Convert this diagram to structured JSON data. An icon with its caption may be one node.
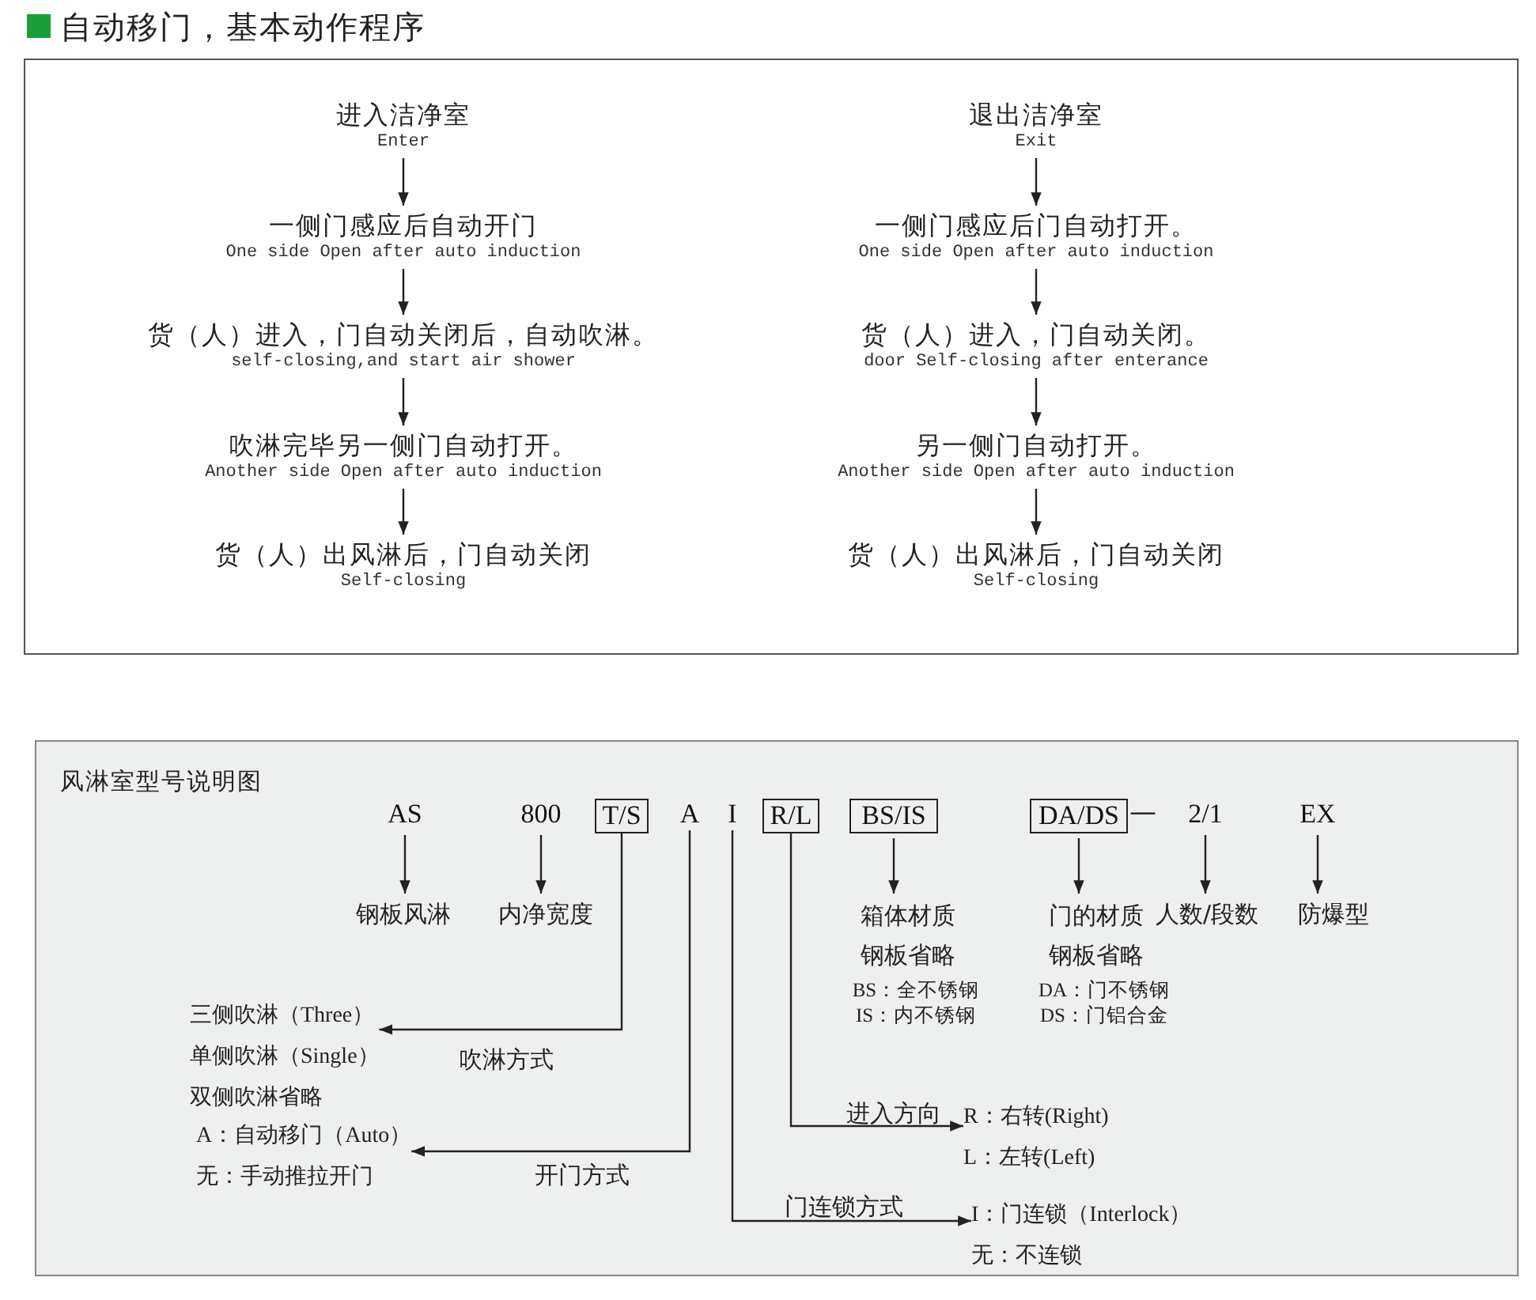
{
  "diagram": {
    "title": "自动移门，基本动作程序",
    "nodes": [
      {
        "text": [
          "进入洁净室",
          "Enter"
        ]
      },
      {
        "text": [
          "一侧门感应后自动开门",
          "One side Open after auto induction"
        ]
      },
      {
        "text": [
          "货（人）进入，门自动关闭后，自动吹淋。",
          "self-closing,and start air shower"
        ]
      },
      {
        "text": [
          "吹淋完毕另一侧门自动打开。",
          "Another side Open after auto induction"
        ]
      },
      {
        "text": [
          "货（人）出风淋后，门自动关闭",
          "Self-closing"
        ]
      },
      {
        "text": [
          "退出洁净室",
          "Exit"
        ]
      },
      {
        "text": [
          "一侧门感应后门自动打开。",
          "One side Open after auto induction"
        ]
      },
      {
        "text": [
          "货（人）进入，门自动关闭。",
          "door Self-closing after enterance"
        ]
      },
      {
        "text": [
          "另一侧门自动打开。",
          "Another side Open after auto induction"
        ]
      },
      {
        "text": [
          "货（人）出风淋后，门自动关闭",
          "Self-closing"
        ]
      },
      {
        "text": [
          "AS"
        ]
      },
      {
        "text": [
          "800"
        ]
      },
      {
        "text": [
          "T/S"
        ]
      },
      {
        "text": [
          "A"
        ]
      },
      {
        "text": [
          "I"
        ]
      },
      {
        "text": [
          "R/L"
        ]
      },
      {
        "text": [
          "BS/IS"
        ]
      },
      {
        "text": [
          "DA/DS"
        ],
        "beside": [
          "—"
        ]
      },
      {
        "text": [
          "2/1"
        ]
      },
      {
        "text": [
          "EX"
        ]
      },
      {
        "text": [
          "钢板风淋"
        ]
      },
      {
        "text": [
          "内净宽度"
        ]
      },
      {
        "text": [
          "箱体材质",
          "钢板省略",
          "BS：全不锈钢",
          "IS：内不锈钢"
        ]
      },
      {
        "text": [
          "门的材质",
          "钢板省略",
          "DA：门不锈钢",
          "DS：门铝合金"
        ]
      },
      {
        "text": [
          "人数/段数"
        ]
      },
      {
        "text": [
          "防爆型"
        ]
      },
      {
        "text": [
          "三侧吹淋（Three）",
          "单侧吹淋（Single）",
          "双侧吹淋省略"
        ],
        "beside": [
          "吹淋方式"
        ]
      },
      {
        "text": [
          "A：自动移门（Auto）",
          "无：手动推拉开门"
        ]
      },
      {
        "text": [
          "R：右转(Right)",
          "L：左转(Left)"
        ],
        "beside": [
          "进入方向"
        ]
      },
      {
        "text": [
          "I：门连锁（Interlock）",
          "无：不连锁"
        ],
        "beside": [
          "门连锁方式"
        ]
      }
    ],
    "edges": [
      {
        "from": 0,
        "to": 1,
        "arrow": "to"
      },
      {
        "from": 1,
        "to": 2,
        "arrow": "to"
      },
      {
        "from": 2,
        "to": 3,
        "arrow": "to"
      },
      {
        "from": 3,
        "to": 4,
        "arrow": "to"
      },
      {
        "from": 5,
        "to": 6,
        "arrow": "to"
      },
      {
        "from": 6,
        "to": 7,
        "arrow": "to"
      },
      {
        "from": 7,
        "to": 8,
        "arrow": "to"
      },
      {
        "from": 8,
        "to": 9,
        "arrow": "to"
      },
      {
        "from": 10,
        "to": 20,
        "arrow": "to"
      },
      {
        "from": 11,
        "to": 21,
        "arrow": "to"
      },
      {
        "from": 16,
        "to": 22,
        "arrow": "to"
      },
      {
        "from": 17,
        "to": 23,
        "arrow": "to"
      },
      {
        "from": 18,
        "to": 24,
        "arrow": "to"
      },
      {
        "from": 19,
        "to": 25,
        "arrow": "to"
      },
      {
        "from": 12,
        "to": 26,
        "arrow": "to"
      },
      {
        "from": 13,
        "to": 27,
        "arrow": "to"
      },
      {
        "from": 15,
        "to": 28,
        "arrow": "to"
      },
      {
        "from": 14,
        "to": 29,
        "arrow": "to"
      }
    ],
    "labels": [
      "风淋室型号说明图",
      "开门方式"
    ]
  }
}
